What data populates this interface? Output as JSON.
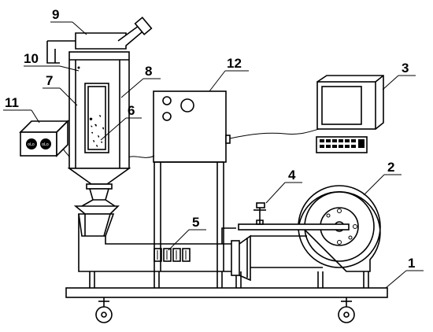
{
  "diagram": {
    "labels": [
      {
        "id": "1",
        "text": "1"
      },
      {
        "id": "2",
        "text": "2"
      },
      {
        "id": "3",
        "text": "3"
      },
      {
        "id": "4",
        "text": "4"
      },
      {
        "id": "5",
        "text": "5"
      },
      {
        "id": "6",
        "text": "6"
      },
      {
        "id": "7",
        "text": "7"
      },
      {
        "id": "8",
        "text": "8"
      },
      {
        "id": "9",
        "text": "9"
      },
      {
        "id": "10",
        "text": "10"
      },
      {
        "id": "11",
        "text": "11"
      },
      {
        "id": "12",
        "text": "12"
      }
    ],
    "colors": {
      "stroke": "#000000",
      "background": "#ffffff"
    }
  }
}
